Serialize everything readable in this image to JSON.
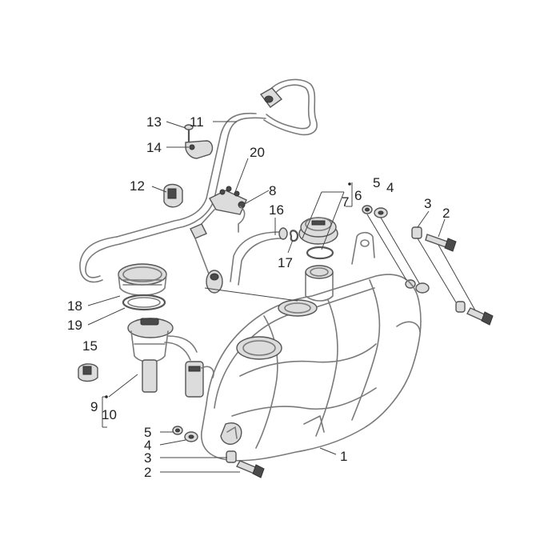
{
  "diagram": {
    "colors": {
      "line": "#7a7a7a",
      "dark": "#4a4a4a",
      "text": "#222222",
      "background": "#ffffff"
    },
    "callouts": [
      {
        "id": "c13",
        "label": "13"
      },
      {
        "id": "c11",
        "label": "11"
      },
      {
        "id": "c14",
        "label": "14"
      },
      {
        "id": "c20",
        "label": "20"
      },
      {
        "id": "c12",
        "label": "12"
      },
      {
        "id": "c8",
        "label": "8"
      },
      {
        "id": "c7",
        "label": "7"
      },
      {
        "id": "c6",
        "label": "6"
      },
      {
        "id": "c5a",
        "label": "5"
      },
      {
        "id": "c4a",
        "label": "4"
      },
      {
        "id": "c3a",
        "label": "3"
      },
      {
        "id": "c2a",
        "label": "2"
      },
      {
        "id": "c16",
        "label": "16"
      },
      {
        "id": "c17",
        "label": "17"
      },
      {
        "id": "c18",
        "label": "18"
      },
      {
        "id": "c19",
        "label": "19"
      },
      {
        "id": "c15",
        "label": "15"
      },
      {
        "id": "c9",
        "label": "9"
      },
      {
        "id": "c10",
        "label": "10"
      },
      {
        "id": "c5b",
        "label": "5"
      },
      {
        "id": "c4b",
        "label": "4"
      },
      {
        "id": "c3b",
        "label": "3"
      },
      {
        "id": "c2b",
        "label": "2"
      },
      {
        "id": "c1",
        "label": "1"
      }
    ]
  }
}
